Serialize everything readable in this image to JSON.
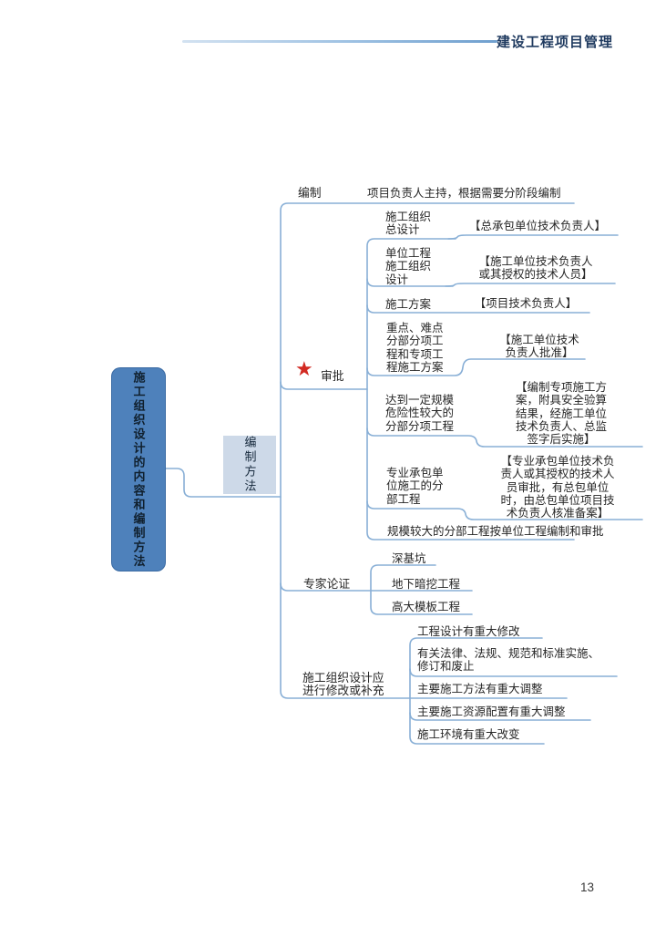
{
  "header": {
    "title": "建设工程项目管理"
  },
  "footer": {
    "page_number": "13"
  },
  "icons": {
    "approval_star": "★"
  },
  "colors": {
    "connector_blue": "#88afd6",
    "root_fill": "#4e81bb",
    "root_border": "#3a6aa3",
    "hub_fill": "#cdd9e8",
    "star_red": "#d22a22",
    "title_navy": "#1f3a5f"
  },
  "mindmap": {
    "root": {
      "label": "施工组织设计的内容和编制方法"
    },
    "hub": {
      "label": "编制方法"
    },
    "compile": {
      "label": "编制",
      "note": "项目负责人主持，根据需要分阶段编制"
    },
    "approval": {
      "label": "审批",
      "items": [
        {
          "topic": "施工组织\n总设计",
          "approver": "【总承包单位技术负责人】"
        },
        {
          "topic": "单位工程\n施工组织\n设计",
          "approver": "【施工单位技术负责人\n或其授权的技术人员】"
        },
        {
          "topic": "施工方案",
          "approver": "【项目技术负责人】"
        },
        {
          "topic": "重点、难点\n分部分项工\n程和专项工\n程施工方案",
          "approver": "【施工单位技术\n负责人批准】"
        },
        {
          "topic": "达到一定规模\n危险性较大的\n分部分项工程",
          "approver": "【编制专项施工方\n案，附具安全验算\n结果，经施工单位\n技术负责人、总监\n签字后实施】"
        },
        {
          "topic": "专业承包单\n位施工的分\n部工程",
          "approver": "【专业承包单位技术负\n责人或其授权的技术人\n员审批，有总包单位\n时，由总包单位项目技\n术负责人核准备案】"
        },
        {
          "topic": "规模较大的分部工程按单位工程编制和审批",
          "approver": ""
        }
      ]
    },
    "expert": {
      "label": "专家论证",
      "items": [
        "深基坑",
        "地下暗挖工程",
        "高大模板工程"
      ]
    },
    "revision": {
      "label": "施工组织设计应\n进行修改或补充",
      "items": [
        "工程设计有重大修改",
        "有关法律、法规、规范和标准实施、\n修订和废止",
        "主要施工方法有重大调整",
        "主要施工资源配置有重大调整",
        "施工环境有重大改变"
      ]
    }
  }
}
